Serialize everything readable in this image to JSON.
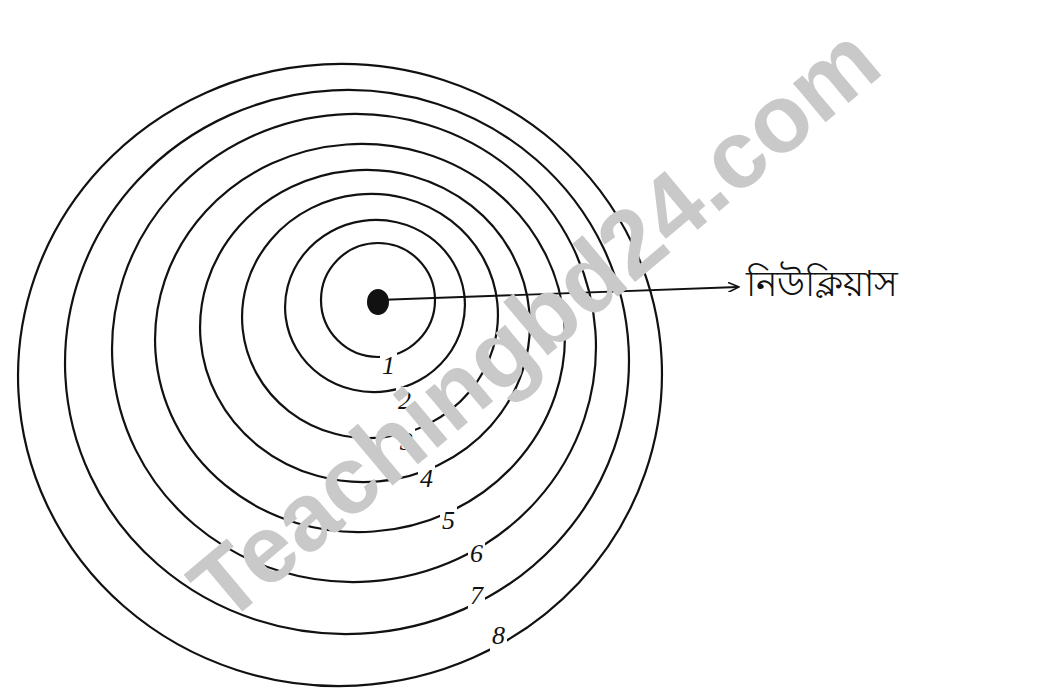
{
  "diagram": {
    "labels": [
      "1",
      "2",
      "3",
      "4",
      "5",
      "6",
      "7",
      "8",
      "নিউক্লিয়াস",
      "Teachingbd24.com"
    ]
  }
}
